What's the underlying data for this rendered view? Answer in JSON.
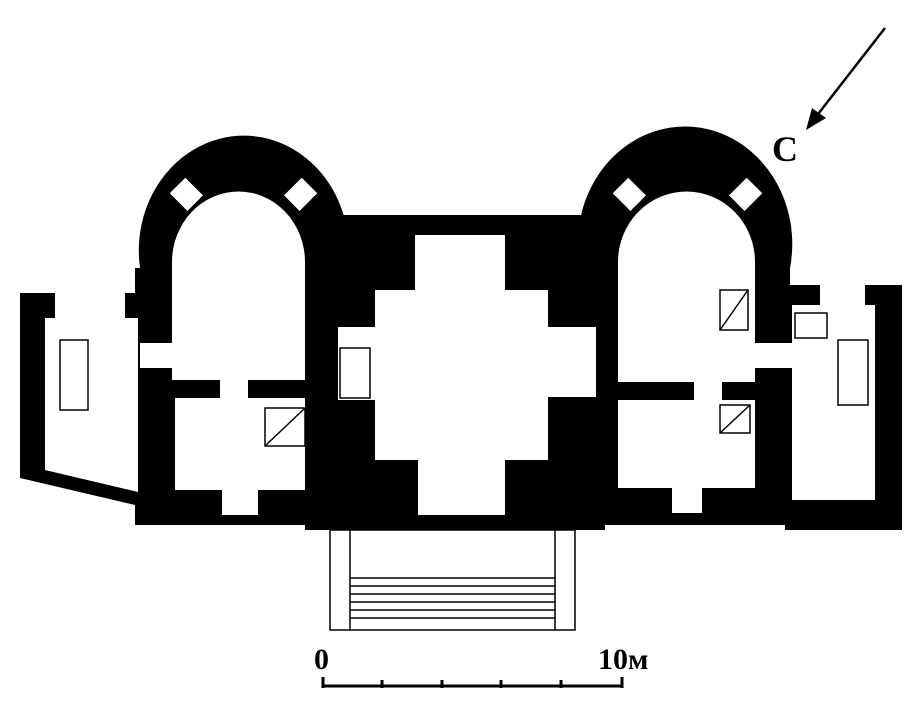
{
  "north_arrow": {
    "label": "С"
  },
  "scale_bar": {
    "start_label": "0",
    "end_label": "10м",
    "length_m": 10,
    "divisions": 5
  },
  "colors": {
    "wall": "#000000",
    "background": "#ffffff"
  }
}
